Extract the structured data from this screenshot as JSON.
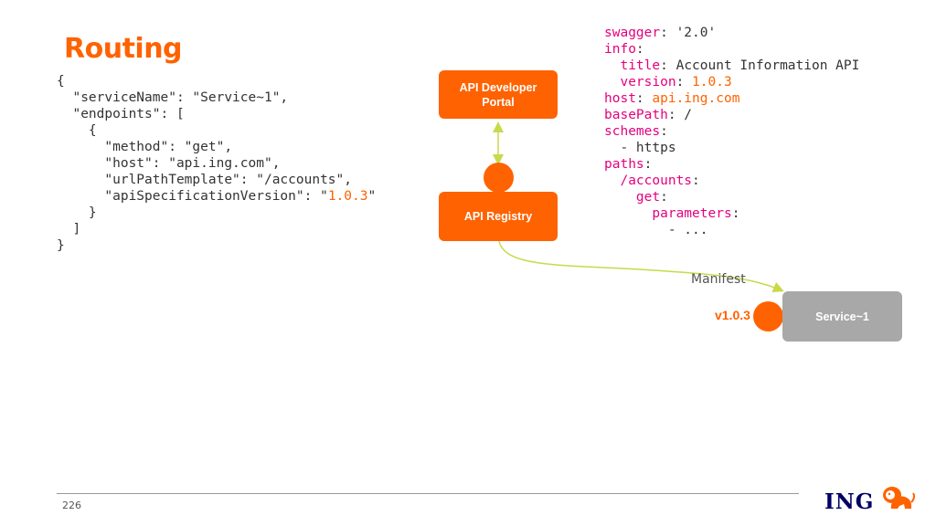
{
  "title": "Routing",
  "colors": {
    "accent": "#ff6200",
    "yaml_key": "#e5007e",
    "node_gray": "#a8a8a8",
    "connector": "#c8d94a",
    "logo_blue": "#000066"
  },
  "json_code": [
    {
      "segments": [
        {
          "text": "{"
        }
      ]
    },
    {
      "segments": [
        {
          "text": "  \"serviceName\": \"Service~1\","
        }
      ]
    },
    {
      "segments": [
        {
          "text": "  \"endpoints\": ["
        }
      ]
    },
    {
      "segments": [
        {
          "text": "    {"
        }
      ]
    },
    {
      "segments": [
        {
          "text": "      \"method\": \"get\","
        }
      ]
    },
    {
      "segments": [
        {
          "text": "      \"host\": \"api.ing.com\","
        }
      ]
    },
    {
      "segments": [
        {
          "text": "      \"urlPathTemplate\": \"/accounts\","
        }
      ]
    },
    {
      "segments": [
        {
          "text": "      \"apiSpecificationVersion\": \""
        },
        {
          "text": "1.0.3",
          "color": "#ff6200"
        },
        {
          "text": "\""
        }
      ]
    },
    {
      "segments": [
        {
          "text": "    }"
        }
      ]
    },
    {
      "segments": [
        {
          "text": "  ]"
        }
      ]
    },
    {
      "segments": [
        {
          "text": "}"
        }
      ]
    }
  ],
  "yaml_code": [
    {
      "segments": [
        {
          "text": "swagger",
          "color": "#e5007e"
        },
        {
          "text": ": '2.0'"
        }
      ]
    },
    {
      "segments": [
        {
          "text": "info",
          "color": "#e5007e"
        },
        {
          "text": ":"
        }
      ]
    },
    {
      "segments": [
        {
          "text": "  "
        },
        {
          "text": "title",
          "color": "#e5007e"
        },
        {
          "text": ": Account Information API"
        }
      ]
    },
    {
      "segments": [
        {
          "text": "  "
        },
        {
          "text": "version",
          "color": "#e5007e"
        },
        {
          "text": ": "
        },
        {
          "text": "1.0.3",
          "color": "#ff6200"
        }
      ]
    },
    {
      "segments": [
        {
          "text": "host",
          "color": "#e5007e"
        },
        {
          "text": ": "
        },
        {
          "text": "api.ing.com",
          "color": "#ff6200"
        }
      ]
    },
    {
      "segments": [
        {
          "text": "basePath",
          "color": "#e5007e"
        },
        {
          "text": ": /"
        }
      ]
    },
    {
      "segments": [
        {
          "text": "schemes",
          "color": "#e5007e"
        },
        {
          "text": ":"
        }
      ]
    },
    {
      "segments": [
        {
          "text": "  - https"
        }
      ]
    },
    {
      "segments": [
        {
          "text": "paths",
          "color": "#e5007e"
        },
        {
          "text": ":"
        }
      ]
    },
    {
      "segments": [
        {
          "text": "  "
        },
        {
          "text": "/accounts",
          "color": "#e5007e"
        },
        {
          "text": ":"
        }
      ]
    },
    {
      "segments": [
        {
          "text": "    "
        },
        {
          "text": "get",
          "color": "#e5007e"
        },
        {
          "text": ":"
        }
      ]
    },
    {
      "segments": [
        {
          "text": "      "
        },
        {
          "text": "parameters",
          "color": "#e5007e"
        },
        {
          "text": ":"
        }
      ]
    },
    {
      "segments": [
        {
          "text": "        - ..."
        }
      ]
    }
  ],
  "diagram": {
    "developer_portal_label": "API Developer Portal",
    "registry_label": "API Registry",
    "service_label": "Service~1",
    "manifest_label": "Manifest",
    "version_label": "v1.0.3"
  },
  "footer": {
    "page_number": "226",
    "logo_text": "ING",
    "logo_icon": "lion-icon"
  }
}
